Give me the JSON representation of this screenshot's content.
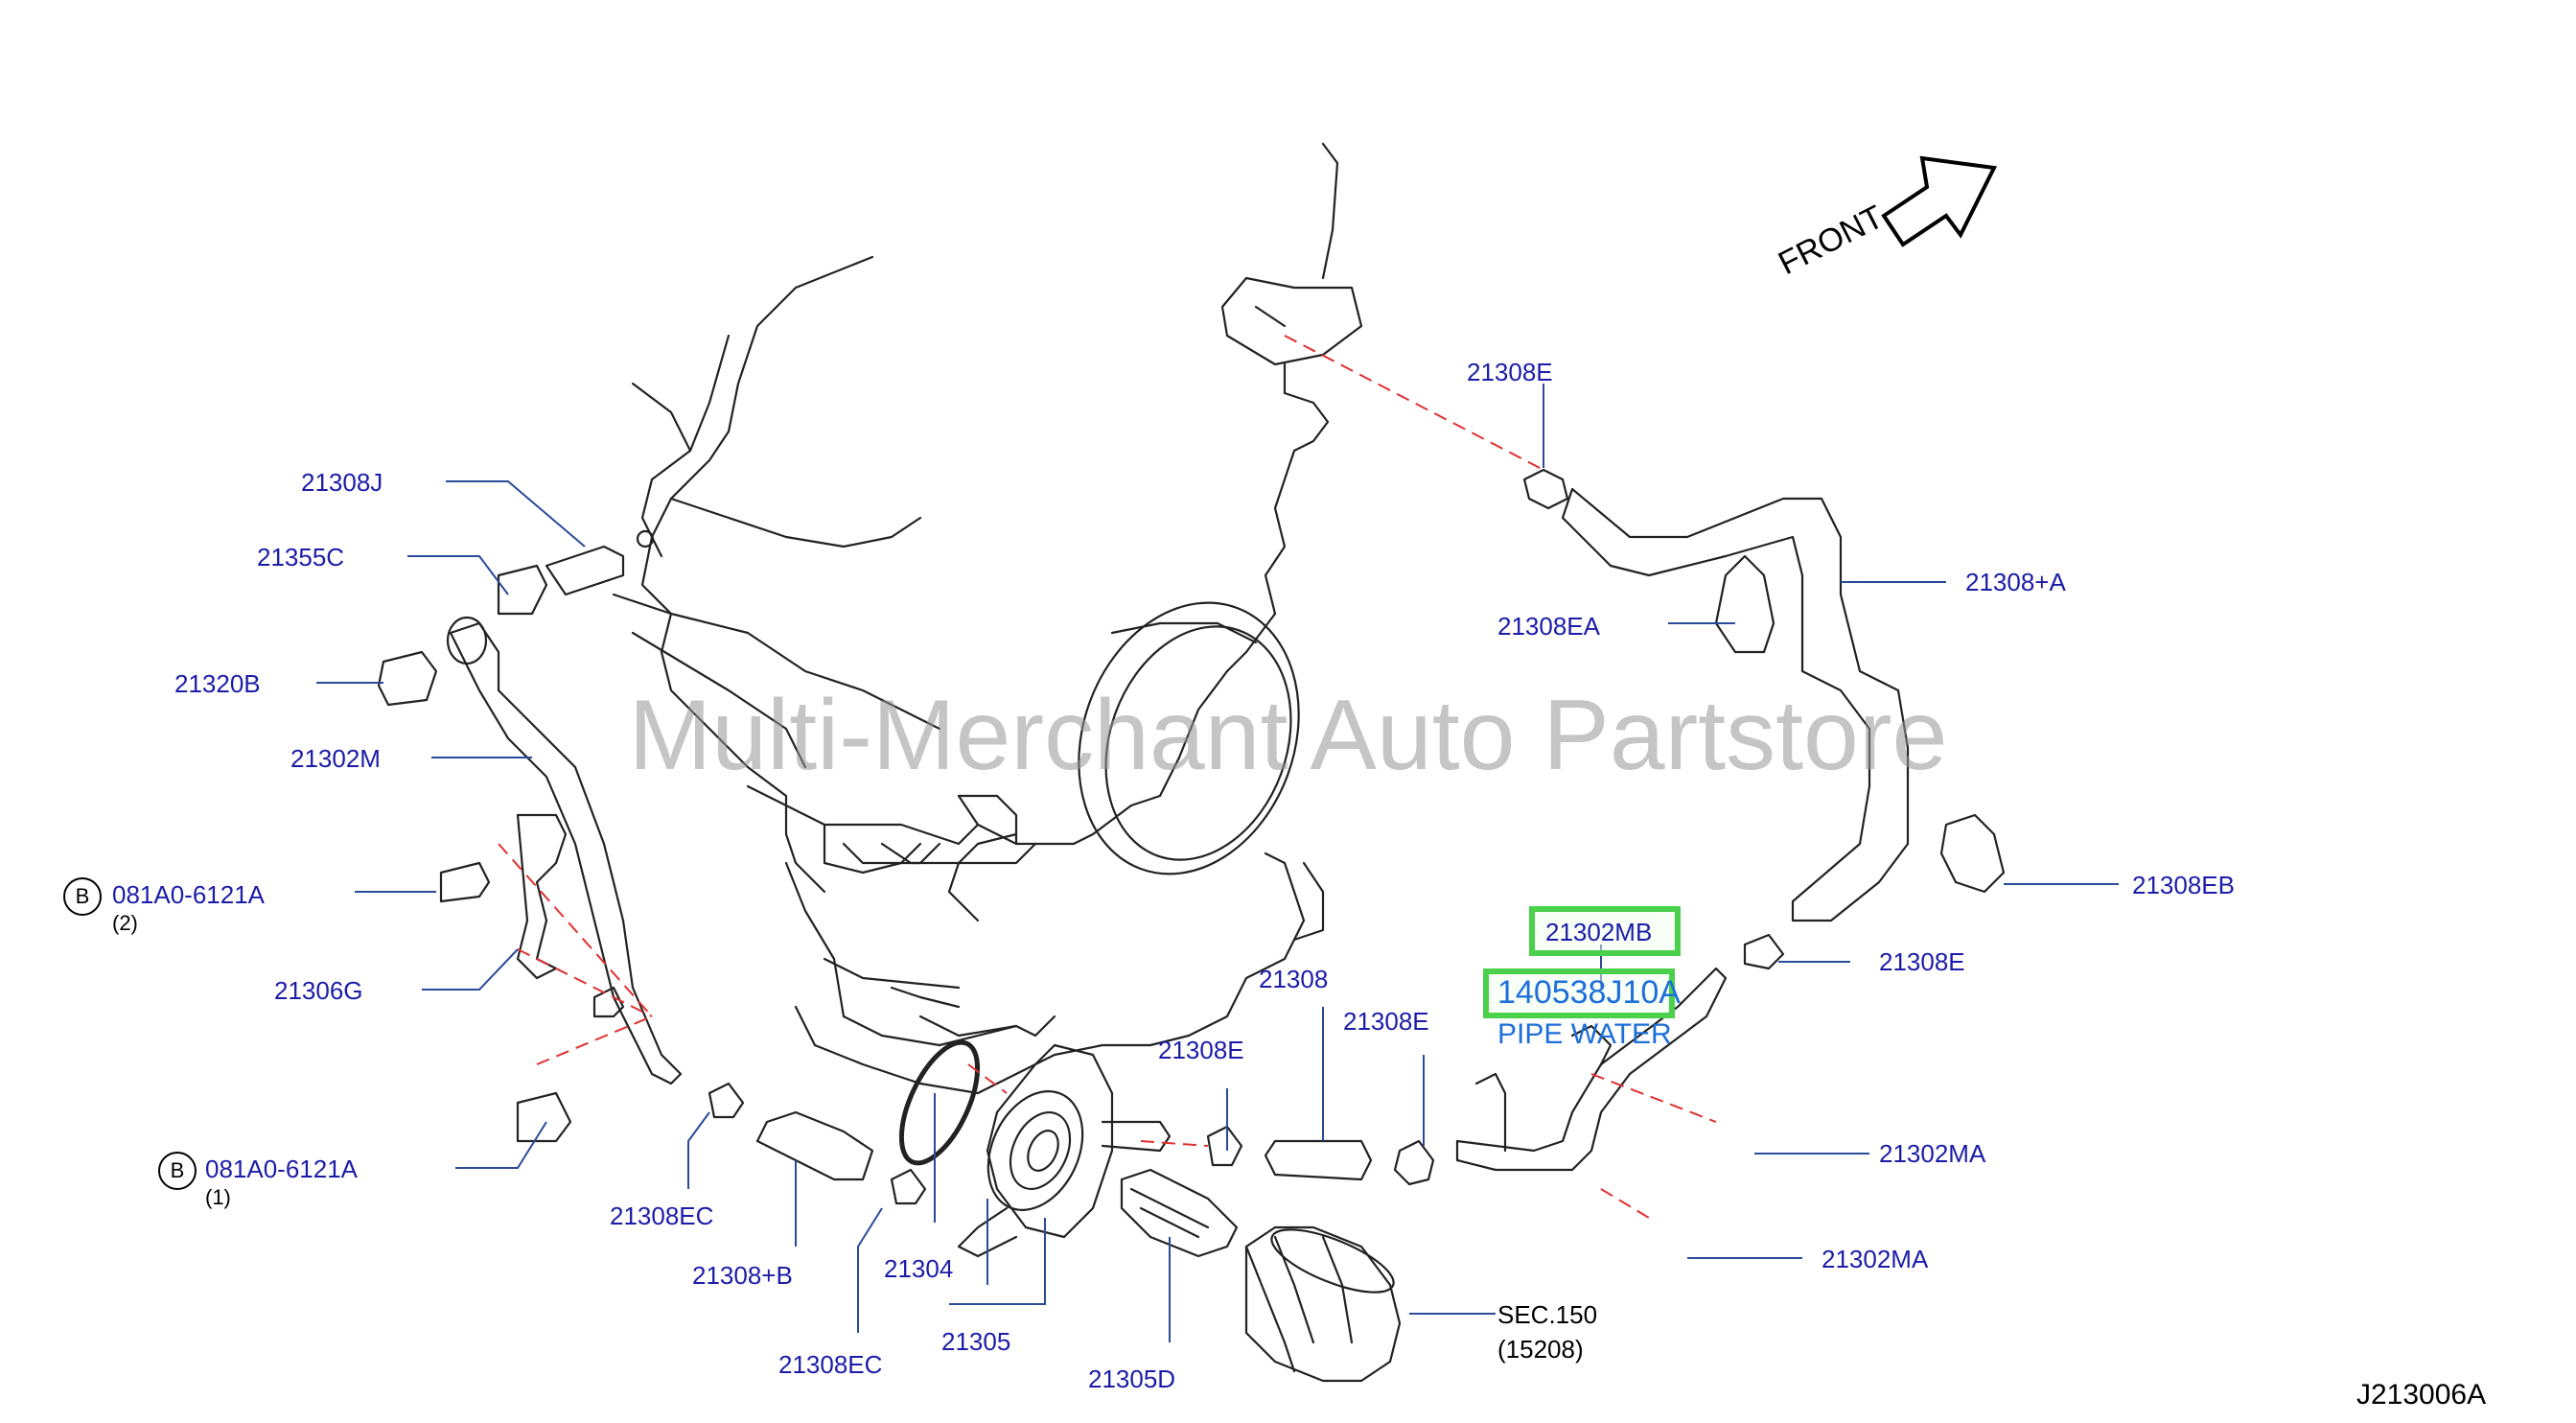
{
  "watermark": "Multi-Merchant Auto Partstore",
  "front_label": "FRONT",
  "diagram_code": "J213006A",
  "highlight": {
    "part_number": "21302MB",
    "oem_number": "140538J10A",
    "description": "PIPE   WATER"
  },
  "callouts": {
    "c_21308J": "21308J",
    "c_21355C": "21355C",
    "c_21320B": "21320B",
    "c_21302M": "21302M",
    "c_081A0_1": "081A0-6121A",
    "c_081A0_1_qty": "(2)",
    "c_21306G": "21306G",
    "c_081A0_2": "081A0-6121A",
    "c_081A0_2_qty": "(1)",
    "c_21308EC_1": "21308EC",
    "c_21308B": "21308+B",
    "c_21304": "21304",
    "c_21305": "21305",
    "c_21308EC_2": "21308EC",
    "c_21305D": "21305D",
    "c_21308E_mid": "21308E",
    "c_21308": "21308",
    "c_21308E_mid2": "21308E",
    "c_sec150": "SEC.150",
    "c_15208": "(15208)",
    "c_21308E_top": "21308E",
    "c_21308A": "21308+A",
    "c_21308EA": "21308EA",
    "c_21308EB": "21308EB",
    "c_21308E_right": "21308E",
    "c_21302MA_1": "21302MA",
    "c_21302MA_2": "21302MA",
    "circle_letter": "B"
  },
  "colors": {
    "label_blue": "#1c1ca8",
    "leader_blue": "#2a4a9a",
    "dash_red": "#e03030",
    "highlight_green": "#4ad04a",
    "highlight_text_blue": "#1e6fd8"
  }
}
